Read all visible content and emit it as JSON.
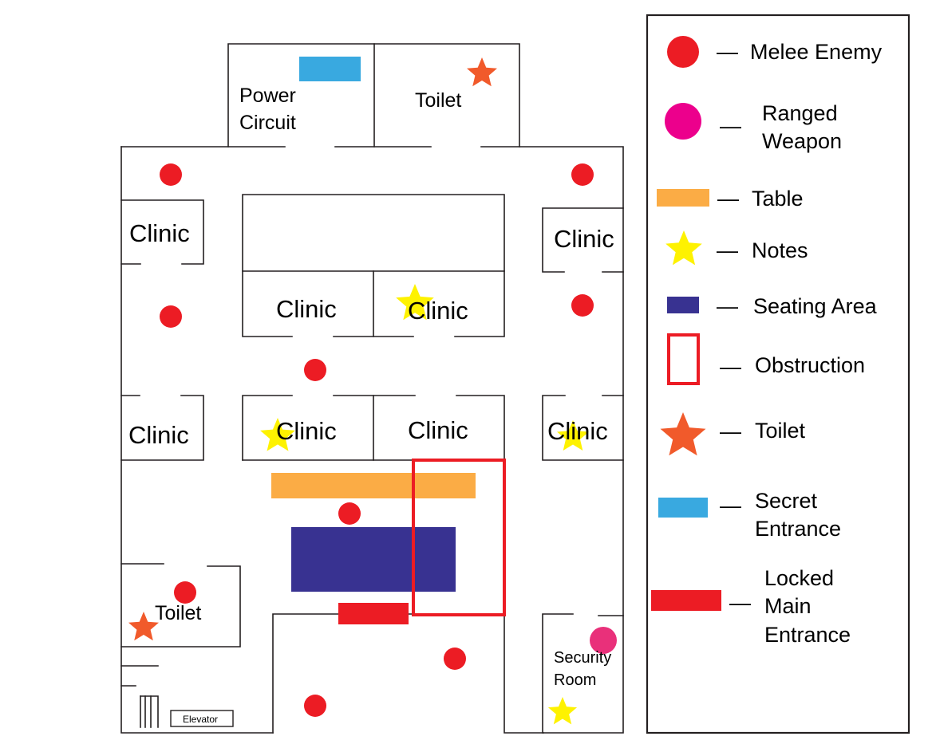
{
  "colors": {
    "melee_enemy": "#ec1c24",
    "ranged_weapon": "#ec008c",
    "ranged_weapon_map": "#e9307a",
    "table": "#fbac45",
    "notes": "#fef200",
    "seating_area": "#383291",
    "obstruction": "#ec1c24",
    "toilet": "#f15a2b",
    "secret_entrance": "#39a9e0",
    "locked_main_entrance": "#ec1c24",
    "walls": "#231f20"
  },
  "rooms": {
    "power_circuit": [
      "Power",
      "Circuit"
    ],
    "toilet_top": "Toilet",
    "clinic": "Clinic",
    "toilet_left": "Toilet",
    "security_room": [
      "Security",
      "Room"
    ],
    "elevator": "Elevator"
  },
  "legend": {
    "dash": "—",
    "melee_enemy": [
      "Melee Enemy"
    ],
    "ranged_weapon": [
      "Ranged",
      "Weapon"
    ],
    "table": [
      "Table"
    ],
    "notes": [
      "Notes"
    ],
    "seating_area": [
      "Seating Area"
    ],
    "obstruction": [
      "Obstruction"
    ],
    "toilet": [
      "Toilet"
    ],
    "secret_entrance": [
      "Secret",
      "Entrance"
    ],
    "locked_main_entrance": [
      "Locked",
      "Main",
      "Entrance"
    ]
  }
}
